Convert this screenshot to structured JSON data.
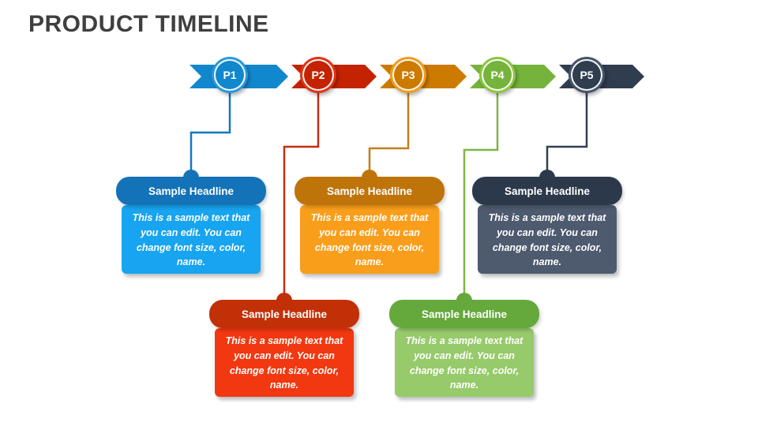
{
  "slide": {
    "title": "PRODUCT TIMELINE",
    "title_color": "#3F3F3F",
    "background": "#FFFFFF"
  },
  "timeline": {
    "items": [
      {
        "label": "P1",
        "position": "top-row",
        "headline": "Sample Headline",
        "body_text": "This is a sample text that you can edit. You can change font size, color, name.",
        "colors": {
          "main": "#1187CE",
          "ring": "#2B98DB",
          "connector": "#1179BD",
          "header": "#1372B8",
          "body": "#17A4F0"
        }
      },
      {
        "label": "P2",
        "position": "bottom-row",
        "headline": "Sample Headline",
        "body_text": "This is a sample text that you can edit. You can change font size, color, name.",
        "colors": {
          "main": "#C42301",
          "ring": "#DF3415",
          "connector": "#C22D12",
          "header": "#C23008",
          "body": "#F23810"
        }
      },
      {
        "label": "P3",
        "position": "top-row",
        "headline": "Sample Headline",
        "body_text": "This is a sample text that you can edit. You can change font size, color, name.",
        "colors": {
          "main": "#CD7A00",
          "ring": "#F09C1C",
          "connector": "#C0801E",
          "header": "#BF7409",
          "body": "#F99E1B"
        }
      },
      {
        "label": "P4",
        "position": "bottom-row",
        "headline": "Sample Headline",
        "body_text": "This is a sample text that you can edit. You can change font size, color, name.",
        "colors": {
          "main": "#76B33C",
          "ring": "#8CC63F",
          "connector": "#7FB543",
          "header": "#65A83B",
          "body": "#97CA6A"
        }
      },
      {
        "label": "P5",
        "position": "top-row",
        "headline": "Sample Headline",
        "body_text": "This is a sample text that you can edit. You can change font size, color, name.",
        "colors": {
          "main": "#303D4F",
          "ring": "#46546B",
          "connector": "#333F50",
          "header": "#2C394B",
          "body": "#4E5A6E"
        }
      }
    ]
  }
}
